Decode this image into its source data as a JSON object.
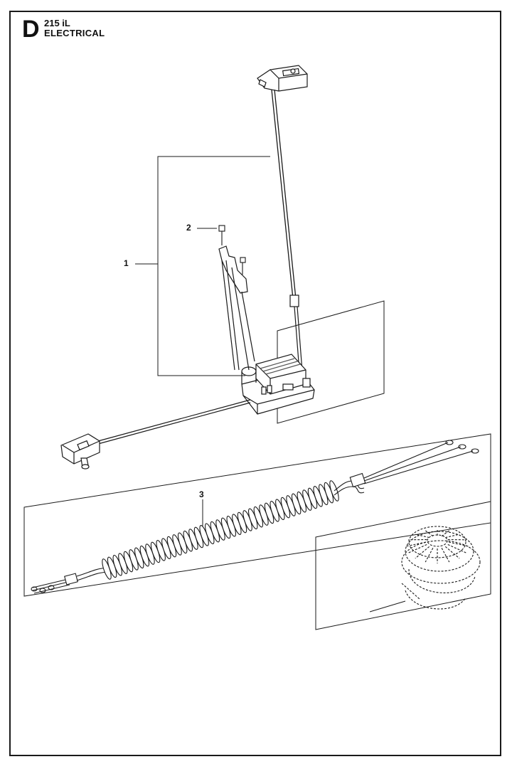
{
  "header": {
    "section_letter": "D",
    "model": "215 iL",
    "title": "ELECTRICAL"
  },
  "callouts": [
    {
      "id": "1",
      "label": "1"
    },
    {
      "id": "2",
      "label": "2"
    },
    {
      "id": "3",
      "label": "3"
    }
  ],
  "colors": {
    "line": "#1a1a1a",
    "part_fill": "#ffffff",
    "shade": "#9a9a9a"
  }
}
